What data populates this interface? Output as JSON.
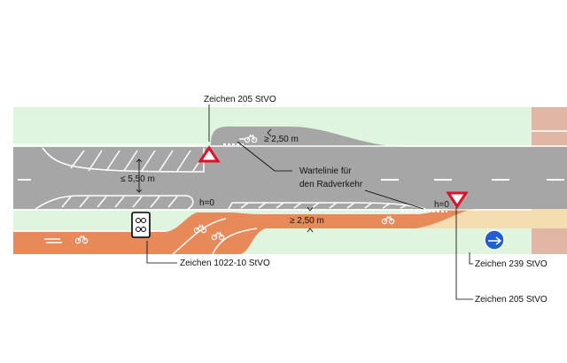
{
  "labels": {
    "sign_205_top": "Zeichen 205 StVO",
    "width_top": "≥ 2,50 m",
    "width_road": "≤  5,50 m",
    "waiting_line_1": "Wartelinie für",
    "waiting_line_2": "den Radverkehr",
    "h0_left": "h=0",
    "h0_right": "h=0",
    "width_bottom": "≥ 2,50 m",
    "sign_1022_10": "Zeichen 1022-10 StVO",
    "sign_239": "Zeichen 239 StVO",
    "sign_205_bottom": "Zeichen 205 StVO"
  },
  "icons": {
    "yield_sign": "yield-triangle",
    "bicycle_symbol": "bicycle",
    "pedestrian_sign": "pedestrian-blue-circle",
    "moped_bicycle_sign": "bike-moped-supplementary-sign"
  },
  "colors": {
    "green_area": "#dff5dd",
    "road": "#a6a6a6",
    "bike_lane": "#e8895a",
    "sidewalk": "#f4ddb1",
    "building": "#e0b6a5",
    "yield_red": "#e0102a",
    "sign_blue": "#1f5fd0"
  }
}
